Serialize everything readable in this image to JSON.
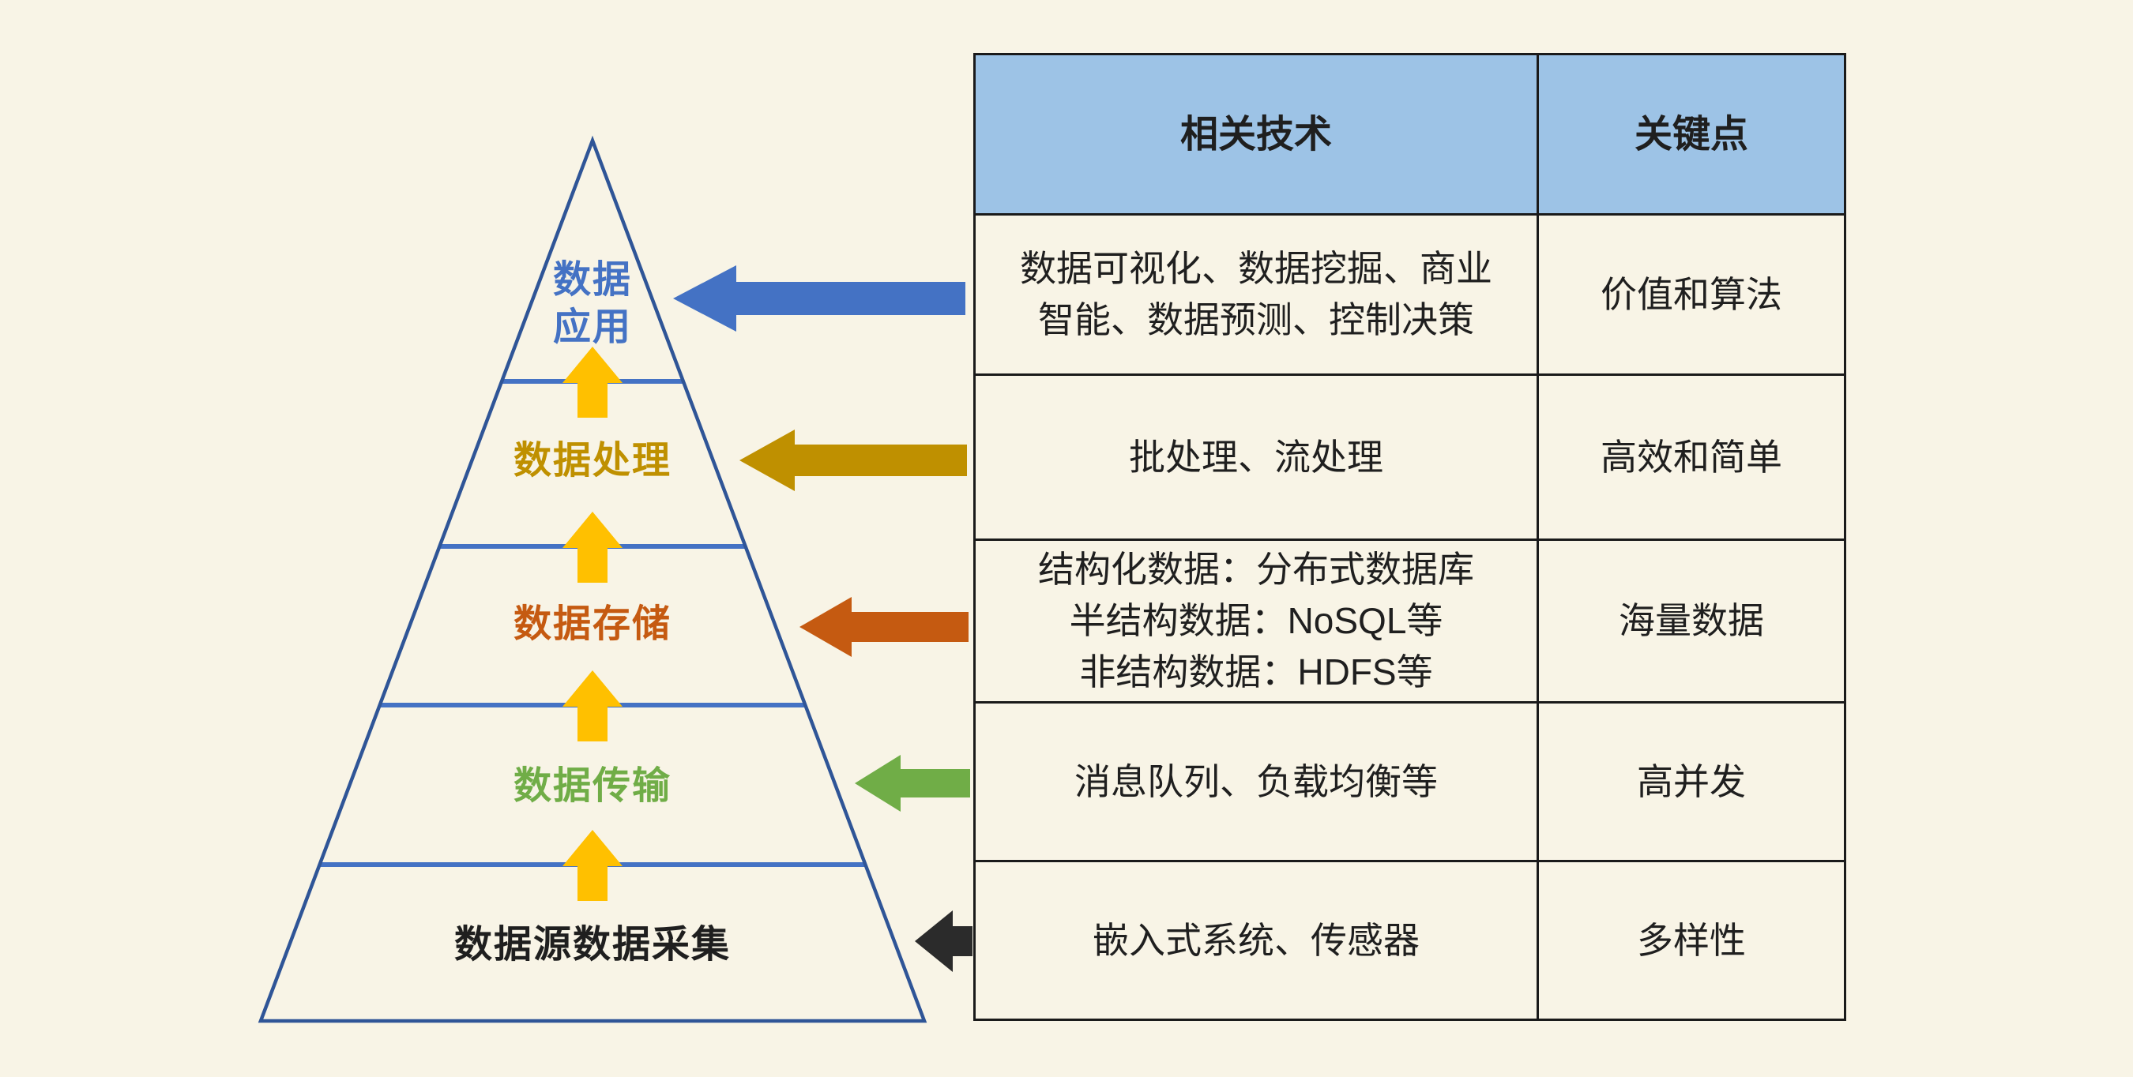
{
  "colors": {
    "background": "#F8F4E6",
    "pyramid_outline": "#2F5597",
    "level_line": "#4472C4",
    "up_arrow": "#FFC000",
    "table_border": "#1A1A1A",
    "table_header_bg": "#9DC3E6",
    "table_text": "#1F1F1F",
    "arrow_blue": "#4472C4",
    "arrow_gold": "#BF9000",
    "arrow_orange": "#C55A11",
    "arrow_green": "#70AD47",
    "arrow_black": "#2B2B2B"
  },
  "pyramid": {
    "levels": [
      {
        "label": "数据\n应用",
        "color": "#4472C4"
      },
      {
        "label": "数据处理",
        "color": "#BF9000"
      },
      {
        "label": "数据存储",
        "color": "#C55A11"
      },
      {
        "label": "数据传输",
        "color": "#70AD47"
      },
      {
        "label": "数据源数据采集",
        "color": "#1F1F1F"
      }
    ]
  },
  "table": {
    "headers": [
      "相关技术",
      "关键点"
    ],
    "rows": [
      {
        "tech": "数据可视化、数据挖掘、商业\n智能、数据预测、控制决策",
        "key": "价值和算法"
      },
      {
        "tech": "批处理、流处理",
        "key": "高效和简单"
      },
      {
        "tech": "结构化数据：分布式数据库\n半结构数据：NoSQL等\n非结构数据：HDFS等",
        "key": "海量数据"
      },
      {
        "tech": "消息队列、负载均衡等",
        "key": "高并发"
      },
      {
        "tech": "嵌入式系统、传感器",
        "key": "多样性"
      }
    ]
  }
}
